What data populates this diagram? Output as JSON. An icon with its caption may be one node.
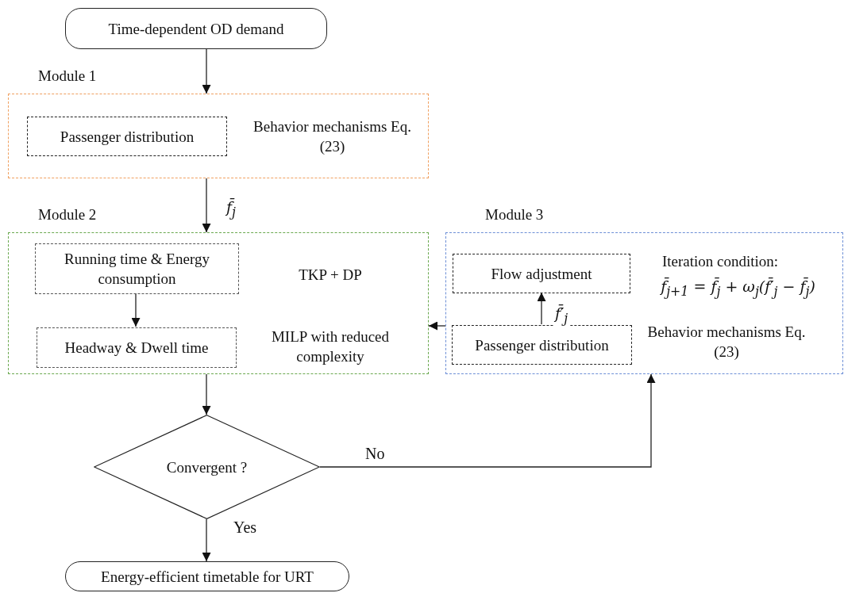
{
  "diagram": {
    "nodes": [
      {
        "text": [
          "Time-dependent  OD demand"
        ]
      },
      {
        "text": [
          "Module 1",
          "Behavior mechanisms Eq. (23)"
        ]
      },
      {
        "text": [
          "Passenger distribution"
        ],
        "in": 1
      },
      {
        "text": [
          "Module 2",
          "TKP + DP",
          "MILP with reduced complexity"
        ]
      },
      {
        "text": [
          "Running time & Energy consumption"
        ],
        "in": 3
      },
      {
        "text": [
          "Headway & Dwell time"
        ],
        "in": 3
      },
      {
        "text": [
          "Module 3",
          "Iteration condition:",
          "f̄$_{j+1}$ = f̄$_{j}$ + ω$_{j}$(f̄′$_{j}$ − f̄$_{j}$)",
          "Behavior mechanisms Eq. (23)"
        ]
      },
      {
        "text": [
          "Flow adjustment"
        ],
        "in": 6
      },
      {
        "text": [
          "Passenger distribution"
        ],
        "in": 6
      },
      {
        "text": [
          "Convergent ?"
        ]
      },
      {
        "text": [
          "Energy-efficient timetable for URT"
        ]
      }
    ],
    "edges": [
      {
        "from": 0,
        "to": 1,
        "arrow": "to"
      },
      {
        "from": 1,
        "to": 3,
        "arrow": "to",
        "label": "f̄$_{j}$"
      },
      {
        "from": 4,
        "to": 5,
        "arrow": "to"
      },
      {
        "from": 8,
        "to": 7,
        "arrow": "to",
        "label": "f̄′$_{j}$"
      },
      {
        "from": 6,
        "to": 3,
        "arrow": "to"
      },
      {
        "from": 3,
        "to": 9,
        "arrow": "to"
      },
      {
        "from": 9,
        "to": 6,
        "arrow": "to",
        "label": "No"
      },
      {
        "from": 9,
        "to": 10,
        "arrow": "to",
        "label": "Yes"
      }
    ]
  }
}
